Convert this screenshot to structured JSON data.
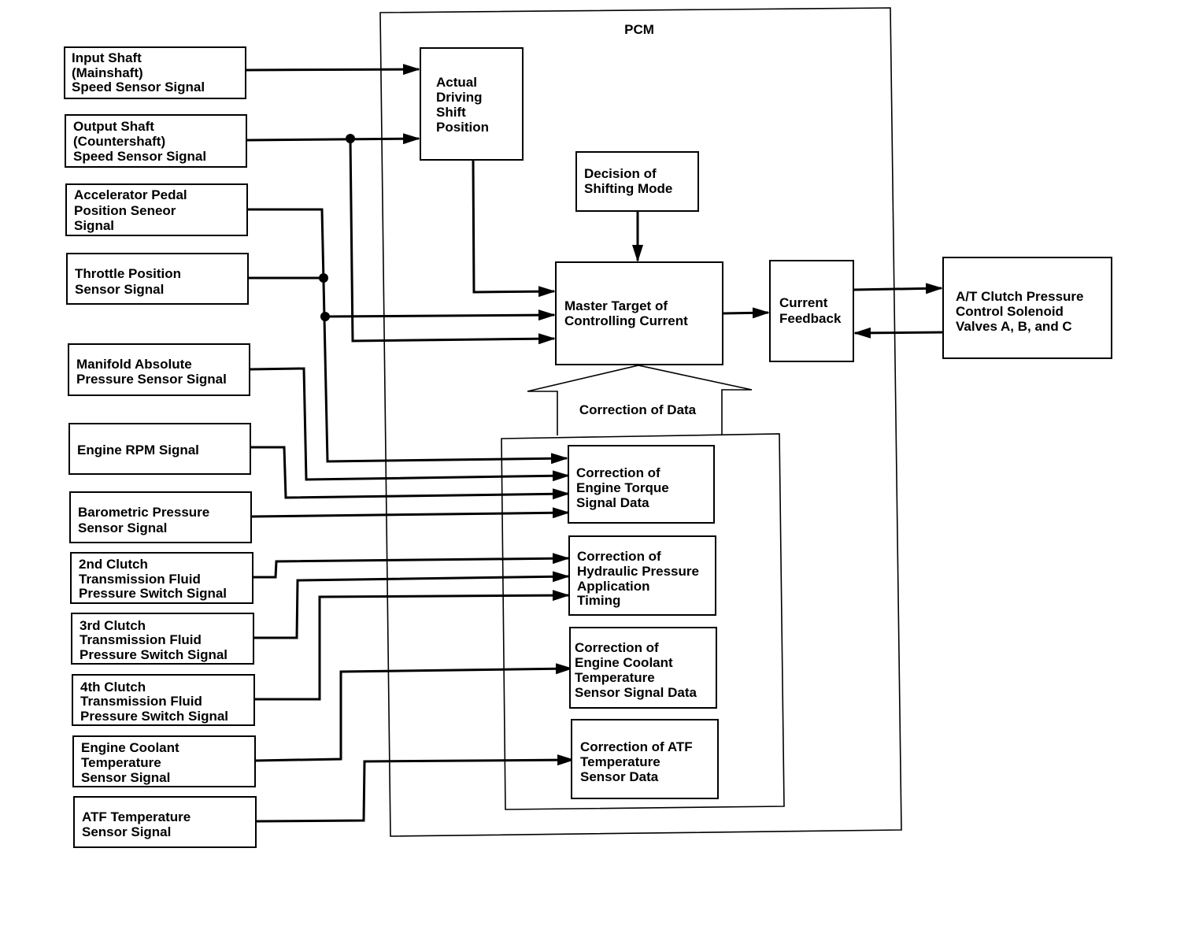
{
  "pcm_label": "PCM",
  "inputs": [
    {
      "id": "input-shaft",
      "lines": [
        "Input Shaft",
        "(Mainshaft)",
        "Speed Sensor Signal"
      ]
    },
    {
      "id": "output-shaft",
      "lines": [
        "Output Shaft",
        "(Countershaft)",
        "Speed Sensor Signal"
      ]
    },
    {
      "id": "accelerator",
      "lines": [
        "Accelerator Pedal",
        "Position Seneor",
        "Signal"
      ]
    },
    {
      "id": "throttle",
      "lines": [
        "Throttle Position",
        "Sensor Signal"
      ]
    },
    {
      "id": "map",
      "lines": [
        "Manifold Absolute",
        "Pressure Sensor Signal"
      ]
    },
    {
      "id": "rpm",
      "lines": [
        "Engine RPM Signal"
      ]
    },
    {
      "id": "baro",
      "lines": [
        "Barometric Pressure",
        "Sensor Signal"
      ]
    },
    {
      "id": "clutch2",
      "lines": [
        "2nd Clutch",
        "Transmission Fluid",
        "Pressure Switch Signal"
      ]
    },
    {
      "id": "clutch3",
      "lines": [
        "3rd Clutch",
        "Transmission Fluid",
        "Pressure Switch Signal"
      ]
    },
    {
      "id": "clutch4",
      "lines": [
        "4th Clutch",
        "Transmission Fluid",
        "Pressure Switch Signal"
      ]
    },
    {
      "id": "coolant",
      "lines": [
        "Engine Coolant",
        "Temperature",
        "Sensor Signal"
      ]
    },
    {
      "id": "atf",
      "lines": [
        "ATF Temperature",
        "Sensor Signal"
      ]
    }
  ],
  "internal": [
    {
      "id": "actual-shift",
      "lines": [
        "Actual",
        "Driving",
        "Shift",
        "Position"
      ]
    },
    {
      "id": "shifting-mode",
      "lines": [
        "Decision of",
        "Shifting Mode"
      ]
    },
    {
      "id": "master-target",
      "lines": [
        "Master Target of",
        "Controlling Current"
      ]
    },
    {
      "id": "current-feedback",
      "lines": [
        "Current",
        "Feedback"
      ]
    },
    {
      "id": "corr-torque",
      "lines": [
        "Correction of",
        "Engine Torque",
        "Signal Data"
      ]
    },
    {
      "id": "corr-hydraulic",
      "lines": [
        "Correction of",
        "Hydraulic Pressure",
        "Application",
        "Timing"
      ]
    },
    {
      "id": "corr-coolant",
      "lines": [
        "Correction of",
        "Engine Coolant",
        "Temperature",
        "Sensor Signal Data"
      ]
    },
    {
      "id": "corr-atf",
      "lines": [
        "Correction of ATF",
        "Temperature",
        "Sensor Data"
      ]
    }
  ],
  "output": {
    "id": "solenoid",
    "lines": [
      "A/T Clutch Pressure",
      "Control Solenoid",
      "Valves A, B, and C"
    ]
  },
  "correction_label": "Correction of Data"
}
